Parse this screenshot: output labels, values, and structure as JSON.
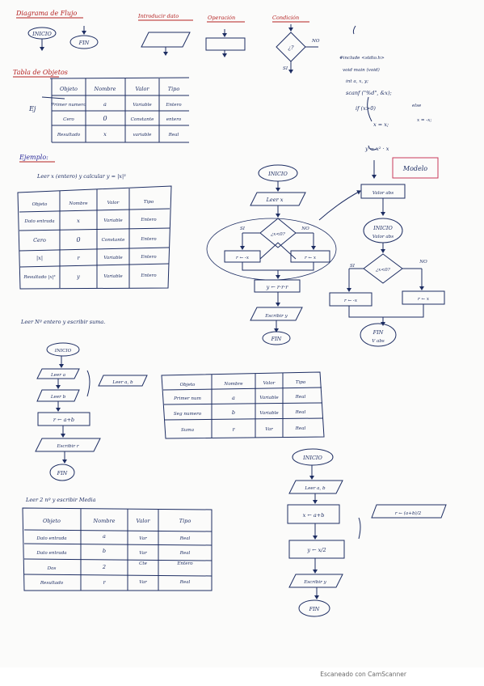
{
  "header": {
    "title": "Diagrama de Flujo",
    "symbols": [
      "Introducir dato",
      "Operación",
      "Condición"
    ],
    "start_label": "INICIO",
    "end_label": "FIN",
    "cond_symbol": "¿?",
    "cond_no": "NO",
    "cond_si": "SI"
  },
  "objects_table": {
    "title": "Tabla de Objetos",
    "example_label": "Ej",
    "headers": [
      "Objeto",
      "Nombre",
      "Valor",
      "Tipo"
    ],
    "rows": [
      [
        "Primer numero",
        "a",
        "Variable",
        "Entero"
      ],
      [
        "Cero",
        "0",
        "Constante",
        "entero"
      ],
      [
        "Resultado",
        "x",
        "variable",
        "Real"
      ]
    ]
  },
  "code": {
    "lines": [
      "#include <stdio.h>",
      "void main (void)",
      "int a, x, y;",
      "scanf (\"%d\", &x);",
      "if (x>0)",
      "x = x;",
      "y = x² · x",
      "else",
      "x = -x;"
    ]
  },
  "modelo": {
    "label": "Modelo"
  },
  "example1": {
    "heading": "Ejemplo:",
    "statement": "Leer x (entero) y calcular y = |x|³",
    "headers": [
      "Objeto",
      "Nombre",
      "Valor",
      "Tipo"
    ],
    "rows": [
      [
        "Dato entrada",
        "x",
        "Variable",
        "Entero"
      ],
      [
        "Cero",
        "0",
        "Constante",
        "Entero"
      ],
      [
        "|x|",
        "r",
        "Variable",
        "Entero"
      ],
      [
        "Resultado |x|³",
        "y",
        "Variable",
        "Entero"
      ]
    ],
    "flow": {
      "start": "INICIO",
      "read": "Leer x",
      "cond": "¿x<0?",
      "si": "SI",
      "no": "NO",
      "left": "r ← -x",
      "right": "r ← x",
      "calc": "y ← r·r·r",
      "write": "Escribir y",
      "end": "FIN"
    },
    "flow2": {
      "start": "INICIO",
      "sub": "Valor abs",
      "read": "Valor abs",
      "cond": "¿x<0?",
      "si": "SI",
      "no": "NO",
      "left": "r ← -x",
      "right": "r ← x",
      "end": "FIN",
      "end_sub": "V abs"
    }
  },
  "example2": {
    "statement": "Leer Nº entero y escribir suma.",
    "flow": {
      "start": "INICIO",
      "read1": "Leer a",
      "read2": "Leer b",
      "side": "Leer a, b",
      "calc": "r ← a+b",
      "write": "Escribir r",
      "end": "FIN"
    },
    "headers": [
      "Objeto",
      "Nombre",
      "Valor",
      "Tipo"
    ],
    "rows": [
      [
        "Primer num",
        "a",
        "Variable",
        "Real"
      ],
      [
        "Seg numero",
        "b",
        "Variable",
        "Real"
      ],
      [
        "Suma",
        "r",
        "Var",
        "Real"
      ]
    ]
  },
  "example3": {
    "statement": "Leer 2 nº y escribir Media",
    "headers": [
      "Objeto",
      "Nombre",
      "Valor",
      "Tipo"
    ],
    "rows": [
      [
        "Dato entrada",
        "a",
        "Var",
        "Real"
      ],
      [
        "Dato entrada",
        "b",
        "Var",
        "Real"
      ],
      [
        "Dos",
        "2",
        "Cte",
        "Entero"
      ],
      [
        "Resultado",
        "r",
        "Var",
        "Real"
      ]
    ],
    "flow": {
      "start": "INICIO",
      "read": "Leer a, b",
      "calc": "x ← a+b",
      "calc2": "y ← x/2",
      "side": "r ← (a+b)/2",
      "write": "Escribir y",
      "end": "FIN"
    }
  },
  "footer": {
    "text": "Escaneado con CamScanner"
  }
}
